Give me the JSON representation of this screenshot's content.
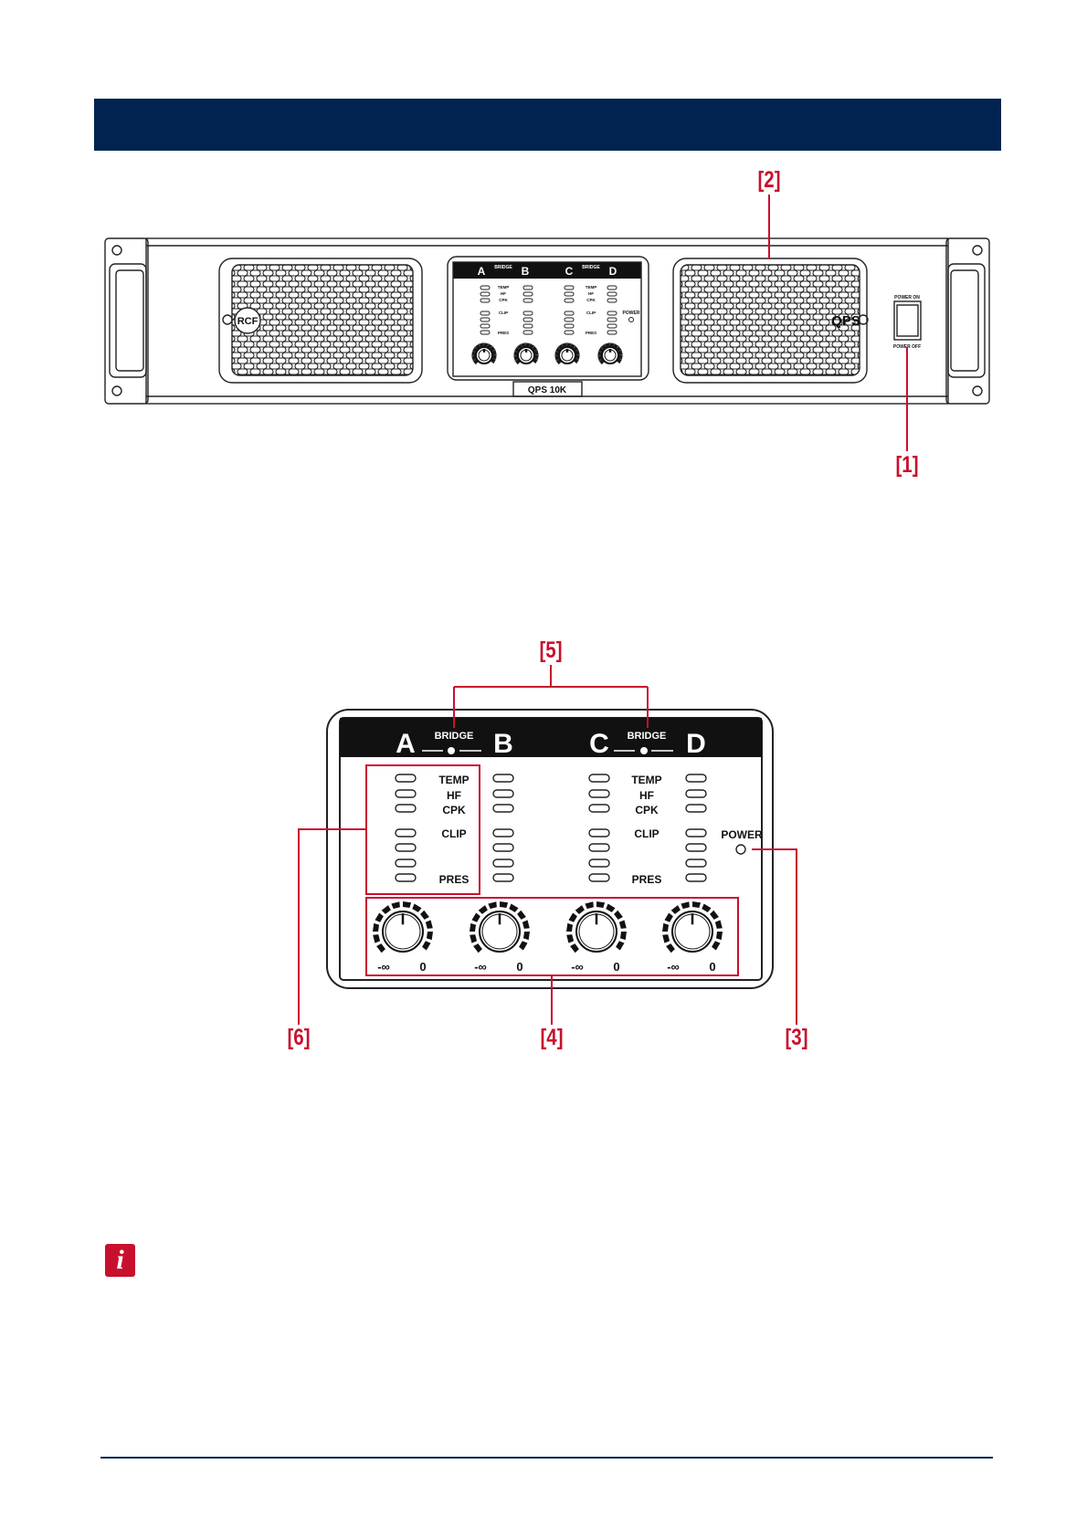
{
  "header_bar": {
    "color": "#00234f"
  },
  "accent_color": "#c8102e",
  "device": {
    "model": "QPS 10K",
    "brand_logo": "RCF",
    "series_mark": "QPS",
    "power_switch": {
      "on_label": "POWER ON",
      "off_label": "POWER OFF"
    }
  },
  "front_panel": {
    "channels": [
      "A",
      "B",
      "C",
      "D"
    ],
    "bridge_label": "BRIDGE",
    "indicators": [
      "TEMP",
      "HF",
      "CPK",
      "CLIP",
      "PRES"
    ],
    "power_label": "POWER",
    "knob_min_label": "-∞",
    "knob_max_label": "0"
  },
  "callouts": {
    "c1": "[1]",
    "c2": "[2]",
    "c3": "[3]",
    "c4": "[4]",
    "c5": "[5]",
    "c6": "[6]"
  },
  "info_icon": {
    "glyph": "i",
    "icon": "info-icon"
  }
}
